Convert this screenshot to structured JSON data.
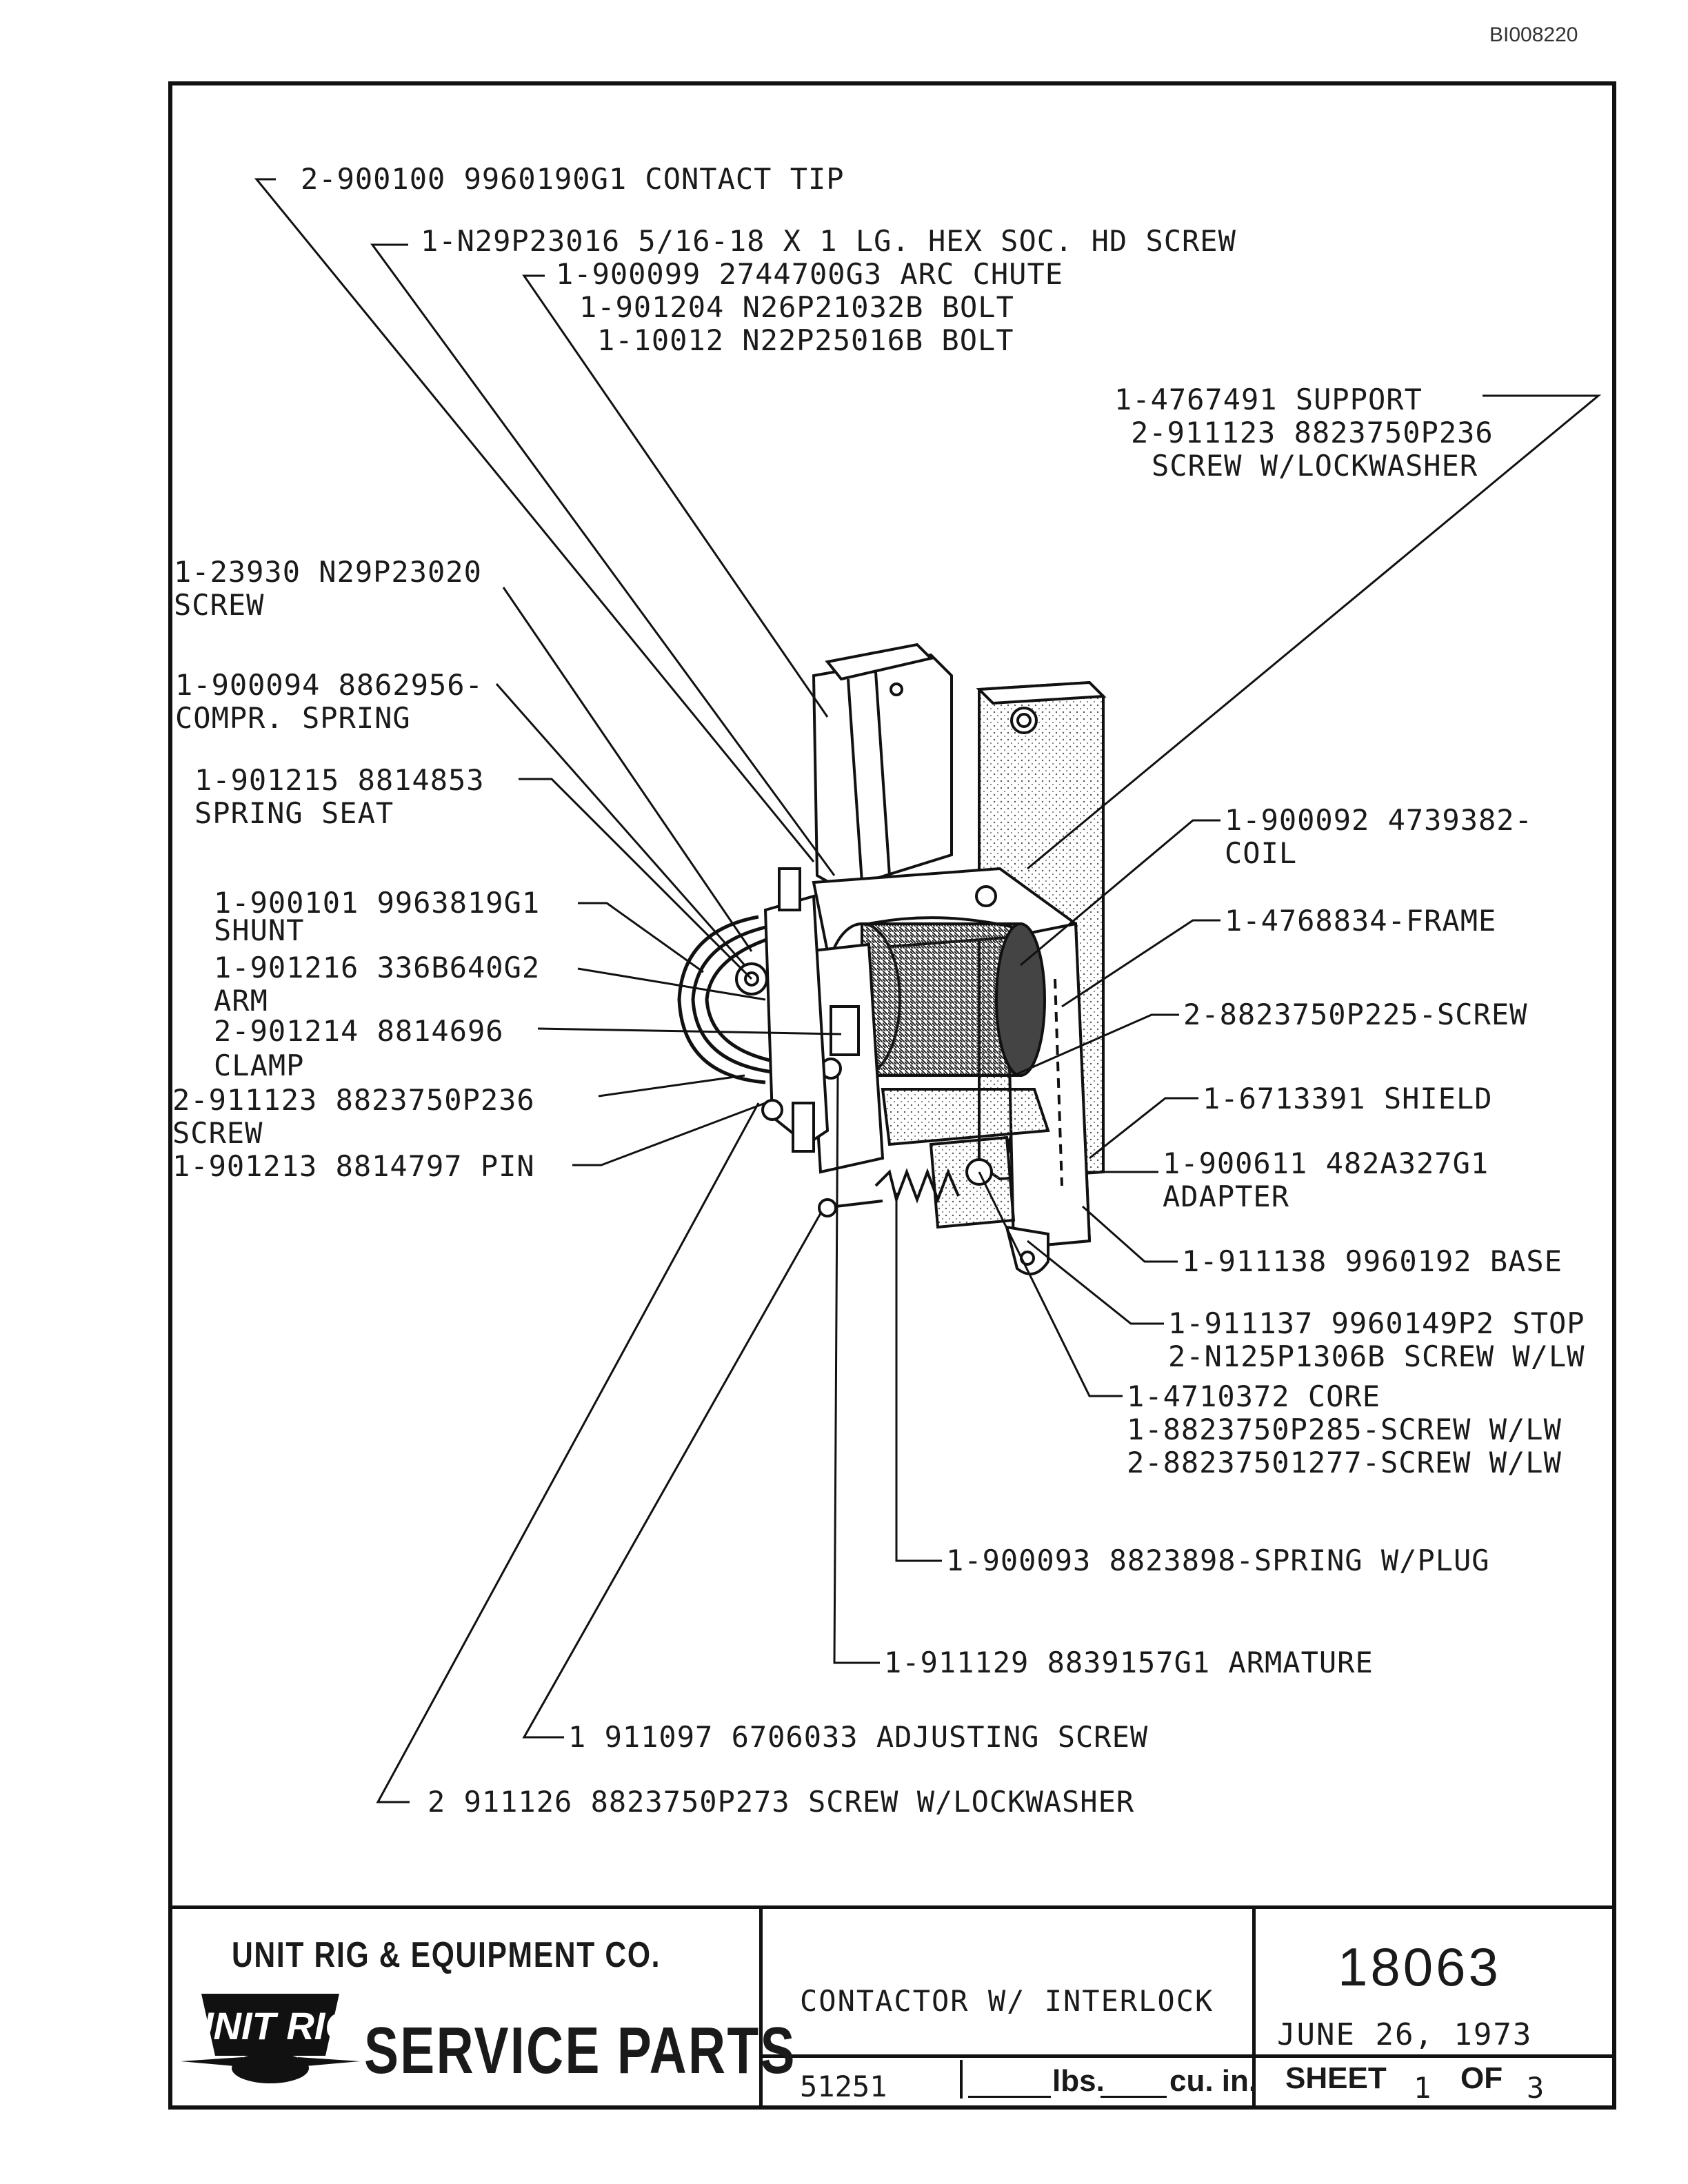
{
  "doc_id": "BI008220",
  "callouts": [
    {
      "id": "contact-tip",
      "text": "2-900100 9960190G1 CONTACT TIP"
    },
    {
      "id": "hex-screw",
      "text": "1-N29P23016 5/16-18 X 1 LG. HEX SOC. HD SCREW"
    },
    {
      "id": "arc-chute",
      "text": "1-900099 2744700G3 ARC CHUTE"
    },
    {
      "id": "bolt-1",
      "text": "1-901204 N26P21032B BOLT"
    },
    {
      "id": "bolt-2",
      "text": "1-10012 N22P25016B BOLT"
    },
    {
      "id": "support",
      "text": "1-4767491 SUPPORT"
    },
    {
      "id": "support-screw",
      "text": "2-911123 8823750P236"
    },
    {
      "id": "support-screw-2",
      "text": "SCREW W/LOCKWASHER"
    },
    {
      "id": "screw-23930",
      "text": "1-23930 N29P23020"
    },
    {
      "id": "screw-23930-2",
      "text": "SCREW"
    },
    {
      "id": "compr-spring",
      "text": "1-900094 8862956-"
    },
    {
      "id": "compr-spring-2",
      "text": "COMPR. SPRING"
    },
    {
      "id": "spring-seat",
      "text": "1-901215 8814853"
    },
    {
      "id": "spring-seat-2",
      "text": "SPRING SEAT"
    },
    {
      "id": "shunt",
      "text": "1-900101 9963819G1"
    },
    {
      "id": "shunt-2",
      "text": "SHUNT"
    },
    {
      "id": "arm",
      "text": "1-901216 336B640G2"
    },
    {
      "id": "arm-2",
      "text": "ARM"
    },
    {
      "id": "clamp",
      "text": "2-901214 8814696"
    },
    {
      "id": "clamp-2",
      "text": "CLAMP"
    },
    {
      "id": "screw-911123",
      "text": "2-911123 8823750P236"
    },
    {
      "id": "screw-911123-2",
      "text": "SCREW"
    },
    {
      "id": "pin",
      "text": "1-901213 8814797 PIN"
    },
    {
      "id": "coil",
      "text": "1-900092 4739382-"
    },
    {
      "id": "coil-2",
      "text": "COIL"
    },
    {
      "id": "frame",
      "text": "1-4768834-FRAME"
    },
    {
      "id": "screw-p225",
      "text": "2-8823750P225-SCREW"
    },
    {
      "id": "shield",
      "text": "1-6713391 SHIELD"
    },
    {
      "id": "adapter",
      "text": "1-900611 482A327G1"
    },
    {
      "id": "adapter-2",
      "text": "ADAPTER"
    },
    {
      "id": "base",
      "text": "1-911138 9960192 BASE"
    },
    {
      "id": "stop",
      "text": "1-911137 9960149P2 STOP"
    },
    {
      "id": "stop-screw",
      "text": "2-N125P1306B SCREW W/LW"
    },
    {
      "id": "core",
      "text": "1-4710372 CORE"
    },
    {
      "id": "core-screw-1",
      "text": "1-8823750P285-SCREW W/LW"
    },
    {
      "id": "core-screw-2",
      "text": "2-88237501277-SCREW W/LW"
    },
    {
      "id": "spring-plug",
      "text": "1-900093 8823898-SPRING W/PLUG"
    },
    {
      "id": "armature",
      "text": "1-911129 8839157G1 ARMATURE"
    },
    {
      "id": "adjusting-screw",
      "text": "1 911097 6706033 ADJUSTING SCREW"
    },
    {
      "id": "lockwasher-screw",
      "text": "2 911126 8823750P273 SCREW W/LOCKWASHER"
    }
  ],
  "title_block": {
    "company": "UNIT RIG & EQUIPMENT CO.",
    "logo_text": "UNIT RIG",
    "service": "SERVICE PARTS",
    "title": "CONTACTOR W/ INTERLOCK",
    "drawing_number": "18063",
    "date": "JUNE 26, 1973",
    "part_ref": "51251",
    "lbs_label": "lbs.",
    "cuin_label": "cu. in.",
    "sheet_label": "SHEET",
    "sheet_no": "1",
    "of_label": "OF",
    "sheet_total": "3"
  }
}
